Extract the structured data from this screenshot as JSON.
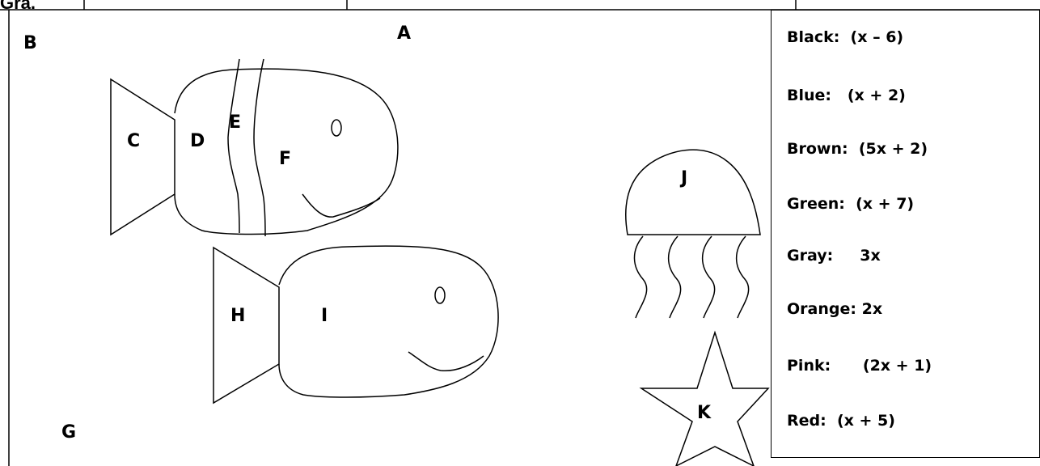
{
  "header": {
    "cropped_text": "Gra."
  },
  "labels": {
    "A": "A",
    "B": "B",
    "C": "C",
    "D": "D",
    "E": "E",
    "F": "F",
    "G": "G",
    "H": "H",
    "I": "I",
    "J": "J",
    "K": "K"
  },
  "legend": {
    "items": [
      {
        "color": "Black:",
        "expr": "(x – 6)"
      },
      {
        "color": "Blue:",
        "expr": "(x + 2)"
      },
      {
        "color": "Brown:",
        "expr": "(5x + 2)"
      },
      {
        "color": "Green:",
        "expr": "(x + 7)"
      },
      {
        "color": "Gray:",
        "expr": "3x"
      },
      {
        "color": "Orange:",
        "expr": "2x"
      },
      {
        "color": "Pink:",
        "expr": "(2x + 1)"
      },
      {
        "color": "Red:",
        "expr": "(x + 5)"
      }
    ]
  }
}
